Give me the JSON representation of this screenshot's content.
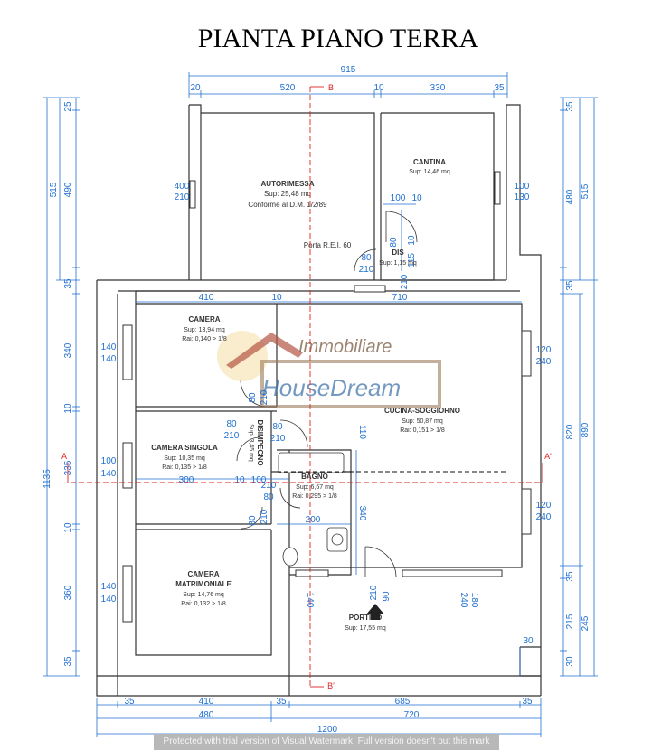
{
  "title": "PIANTA PIANO TERRA",
  "dimensions": {
    "top_total": "915",
    "top_parts": [
      "20",
      "520",
      "10",
      "330",
      "35"
    ],
    "bottom_parts": [
      "35",
      "410",
      "35",
      "685",
      "35"
    ],
    "bottom_mid": [
      "480",
      "720"
    ],
    "bottom_total": "1200",
    "left_upper": [
      "25",
      "490",
      "35"
    ],
    "left_upper_total": "515",
    "left_lower": [
      "340",
      "10",
      "335",
      "10",
      "360",
      "35"
    ],
    "left_total": "1135",
    "right_upper": [
      "35",
      "480",
      "35"
    ],
    "right_upper_total": "515",
    "right_lower": [
      "820",
      "35",
      "215",
      "30"
    ],
    "right_lower_mid": [
      "890",
      "245"
    ],
    "interior": {
      "w410": "410",
      "w10": "10",
      "w710": "710",
      "w300": "300",
      "w10b": "10",
      "w100": "100",
      "w200": "200",
      "h340": "340",
      "h110": "110",
      "h115": "115",
      "h10": "10",
      "w100c": "100",
      "h10c": "10",
      "w30": "30"
    }
  },
  "openings": [
    {
      "top": "400",
      "bottom": "210"
    },
    {
      "top": "100",
      "bottom": "130"
    },
    {
      "top": "140",
      "bottom": "140"
    },
    {
      "top": "120",
      "bottom": "240"
    },
    {
      "top": "100",
      "bottom": "140"
    },
    {
      "top": "120",
      "bottom": "240"
    },
    {
      "top": "140",
      "bottom": "140"
    },
    {
      "top": "80",
      "bottom": "210"
    },
    {
      "top": "80",
      "bottom": "210"
    },
    {
      "top": "80",
      "bottom": "210"
    },
    {
      "top": "80",
      "bottom": "210"
    },
    {
      "top": "80",
      "bottom": "210"
    },
    {
      "top": "80",
      "bottom": "210"
    },
    {
      "top": "80",
      "bottom": "210"
    },
    {
      "top": "90",
      "bottom": "210"
    },
    {
      "top": "140",
      "bottom": "240"
    },
    {
      "top": "180",
      "bottom": ""
    }
  ],
  "rooms": {
    "autorimessa": {
      "name": "AUTORIMESSA",
      "sup": "Sup: 25,48 mq",
      "note": "Conforme al D.M. 1/2/89"
    },
    "cantina": {
      "name": "CANTINA",
      "sup": "Sup: 14,46 mq"
    },
    "dis": {
      "name": "DIS",
      "sup": "Sup: 1,15 mq"
    },
    "porta": {
      "name": "Porta R.E.I. 60"
    },
    "camera": {
      "name": "CAMERA",
      "sup": "Sup: 13,94 mq",
      "rai": "Rai: 0,140 > 1/8"
    },
    "cucina": {
      "name": "CUCINA-SOGGIORNO",
      "sup": "Sup: 50,87 mq",
      "rai": "Rai: 0,151 > 1/8"
    },
    "camera_singola": {
      "name": "CAMERA SINGOLA",
      "sup": "Sup: 10,35 mq",
      "rai": "Rai: 0,135 > 1/8"
    },
    "disimpegno": {
      "name": "DISIMPEGNO",
      "sup": "Sup: 3,45 mq"
    },
    "bagno": {
      "name": "BAGNO",
      "sup": "Sup: 6,67 mq",
      "rai": "Rai: 0,295 > 1/8"
    },
    "camera_matrimoniale": {
      "name": "CAMERA MATRIMONIALE",
      "sup": "Sup: 14,76 mq",
      "rai": "Rai: 0,132 > 1/8"
    },
    "portico": {
      "name": "PORTICO",
      "sup": "Sup: 17,55 mq"
    }
  },
  "sections": {
    "a": "A",
    "a_prime": "A'",
    "b": "B",
    "b_prime": "B'"
  },
  "watermark": {
    "line1": "Immobiliare",
    "line2": "HouseDream"
  },
  "footer": "Protected with trial version of Visual Watermark. Full version doesn't put this mark",
  "colors": {
    "dimension": "#1f6fd1",
    "wall": "#333333",
    "section_line": "#dd2222"
  }
}
